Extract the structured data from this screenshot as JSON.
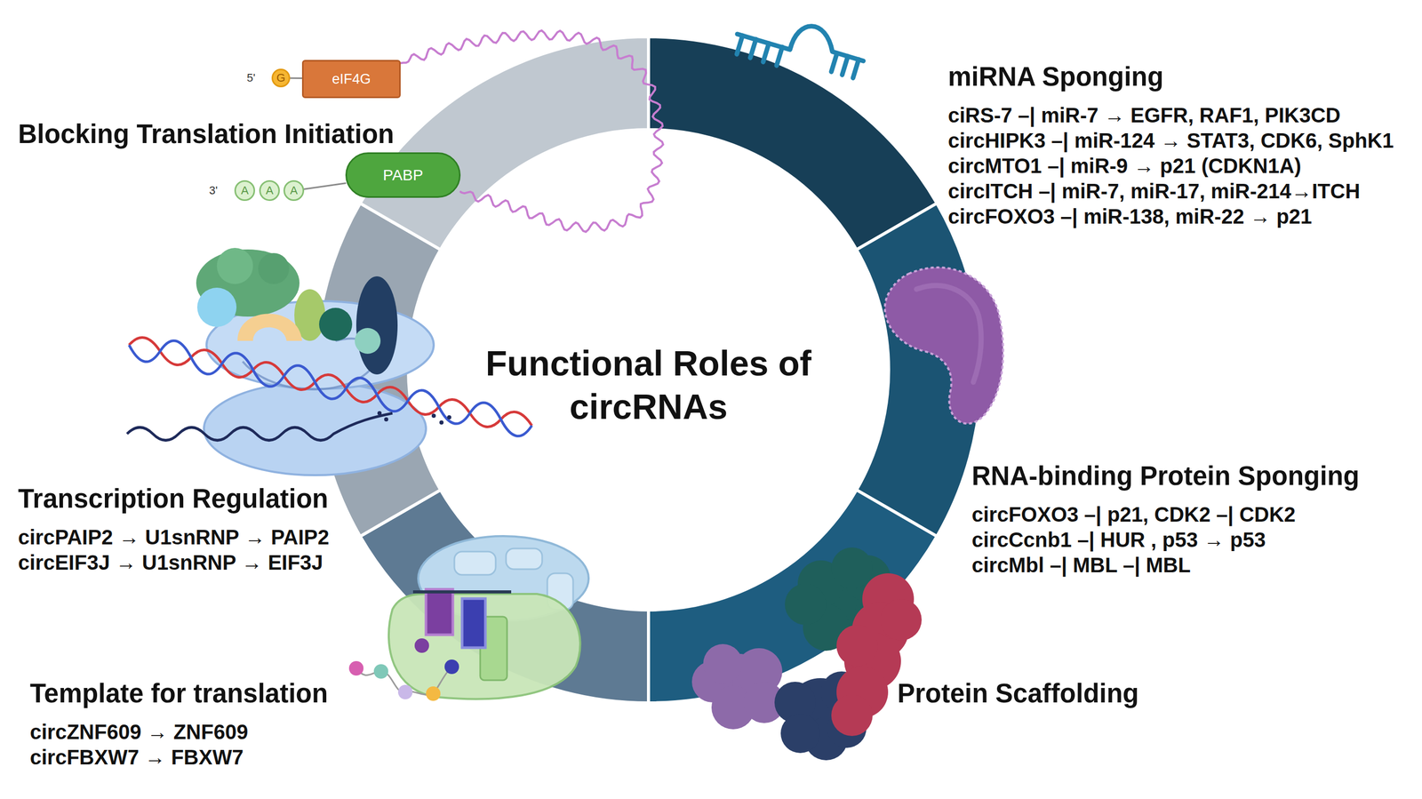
{
  "diagram": {
    "title": "Functional Roles of circRNAs",
    "nodes": [
      {
        "text": [
          "G"
        ]
      },
      {
        "text": [
          "eIF4G"
        ]
      },
      {
        "text": [
          "miRNA Sponging",
          "ciRS-7 –| miR-7 → EGFR, RAF1, PIK3CD",
          "circHIPK3 –| miR-124 → STAT3, CDK6, SphK1",
          "circMTO1 –| miR-9 → p21 (CDKN1A)",
          "circITCH –| miR-7, miR-17, miR-214→ITCH",
          "circFOXO3 –| miR-138, miR-22 → p21"
        ]
      },
      {
        "text": [
          "Blocking Translation Initiation"
        ]
      },
      {
        "text": [
          "PABP"
        ]
      },
      {
        "text": [
          "A"
        ]
      },
      {
        "text": [
          "A"
        ]
      },
      {
        "text": [
          "A"
        ]
      },
      {
        "text": [
          "RNA-binding Protein Sponging",
          "circFOXO3 –| p21, CDK2 –| CDK2",
          "circCcnb1 –| HUR , p53 → p53",
          "circMbl –| MBL –| MBL"
        ]
      },
      {
        "text": [
          "Transcription Regulation",
          "circPAIP2 → U1snRNP → PAIP2",
          "circEIF3J → U1snRNP → EIF3J"
        ]
      },
      {
        "text": [
          "Protein Scaffolding"
        ]
      },
      {
        "text": [
          "Template for translation",
          "circZNF609 → ZNF609",
          "circFBXW7 → FBXW7"
        ]
      }
    ],
    "edges": [
      {
        "from": 0,
        "to": 1,
        "arrow": "none"
      },
      {
        "from": 1,
        "to": 4,
        "arrow": "none"
      },
      {
        "from": 7,
        "to": 4,
        "arrow": "none"
      }
    ],
    "labels": [
      "5'",
      "3'"
    ]
  }
}
